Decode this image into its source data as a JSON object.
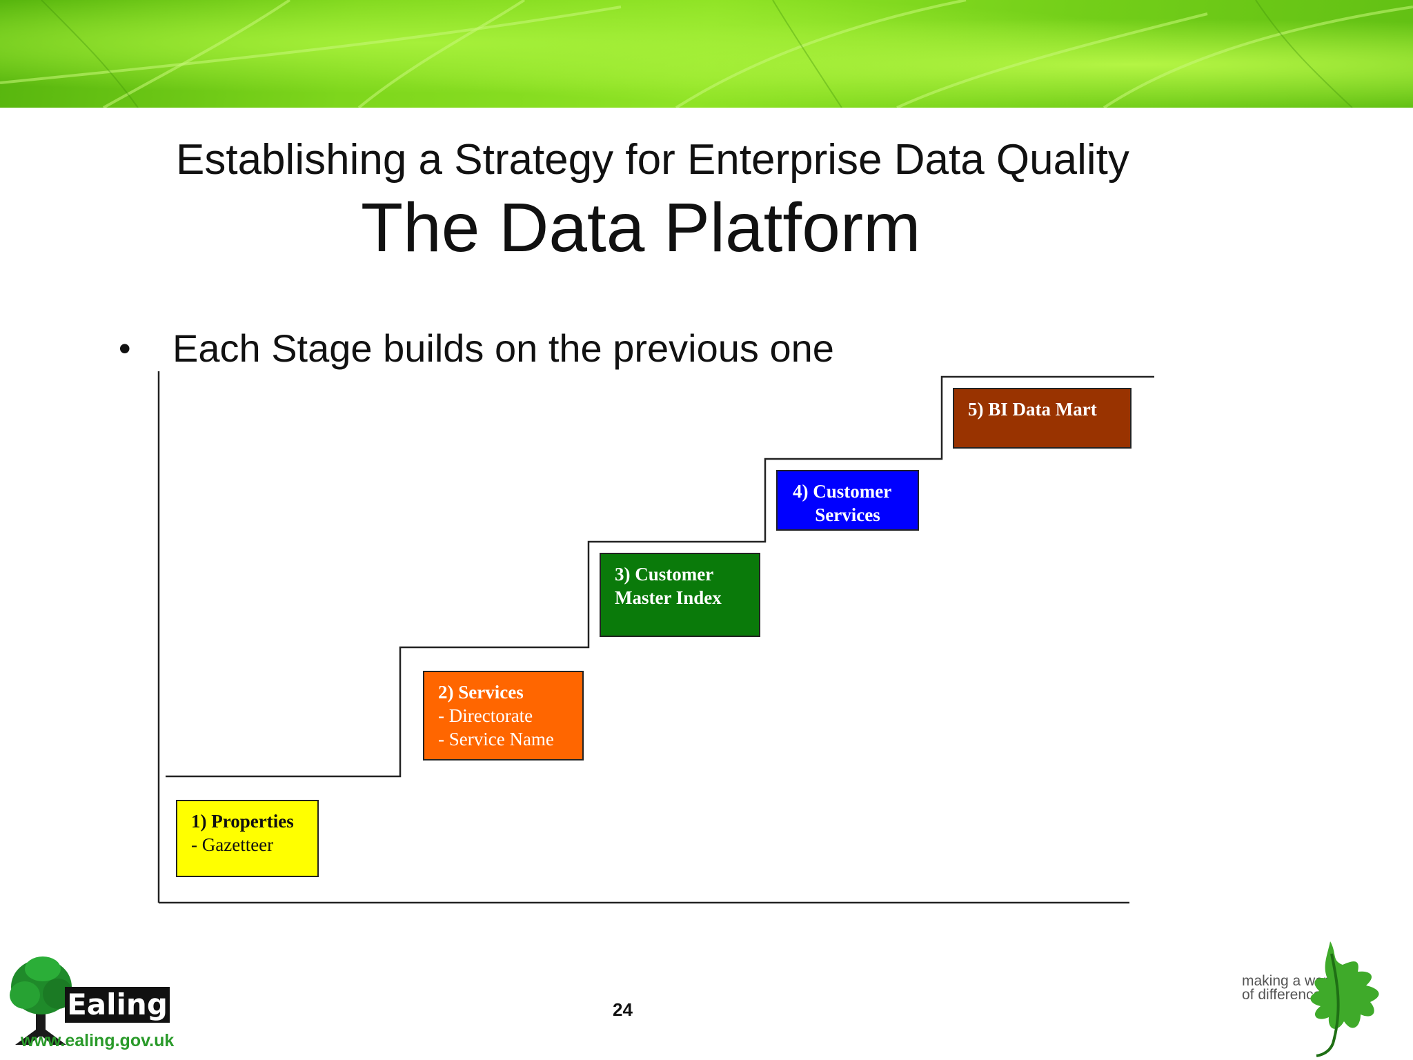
{
  "header": {
    "title": "Establishing a Strategy for Enterprise Data Quality",
    "subtitle": "The Data Platform"
  },
  "bullet": {
    "marker": "•",
    "text": "Each Stage builds on the previous one"
  },
  "stages": [
    {
      "heading": "1) Properties",
      "lines": [
        "- Gazetteer"
      ],
      "color": "#ffff00"
    },
    {
      "heading": "2) Services",
      "lines": [
        "- Directorate",
        "- Service Name"
      ],
      "color": "#ff6600"
    },
    {
      "heading": "3) Customer",
      "lines": [
        "Master Index"
      ],
      "color": "#0a7a0a"
    },
    {
      "heading": "4) Customer",
      "lines": [
        "Services"
      ],
      "color": "#0000ff"
    },
    {
      "heading": "5) BI Data Mart",
      "lines": [],
      "color": "#993300"
    }
  ],
  "footer": {
    "page_number": "24",
    "logo_name": "Ealing",
    "url": "www.ealing.gov.uk",
    "slogan_line1": "making a world",
    "slogan_line2": "of difference"
  },
  "colors": {
    "banner_green": "#7ed61c",
    "logo_green": "#2a9a2a"
  },
  "icons": [
    "tree-icon",
    "oak-leaf-icon"
  ]
}
